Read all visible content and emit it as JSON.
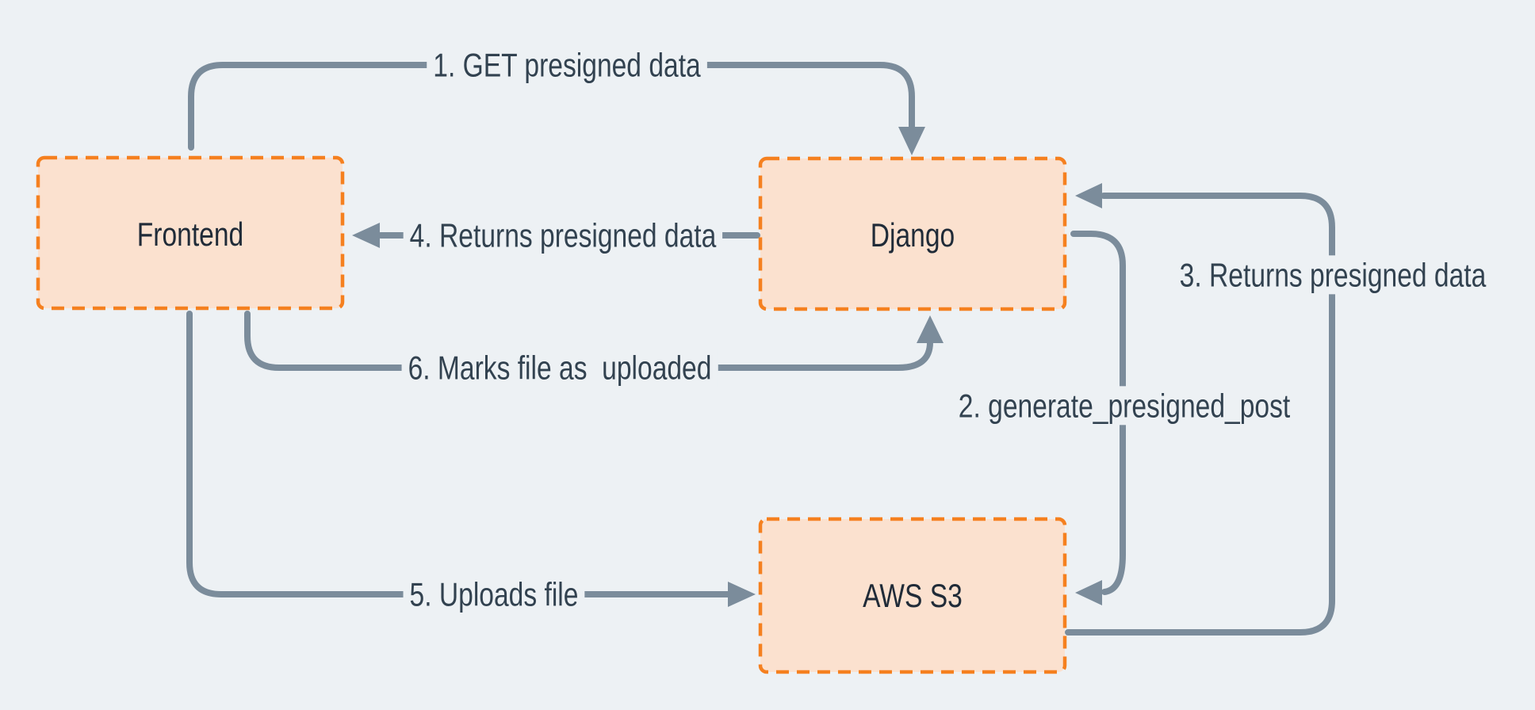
{
  "diagram": {
    "nodes": [
      {
        "id": "frontend",
        "label": "Frontend"
      },
      {
        "id": "django",
        "label": "Django"
      },
      {
        "id": "aws-s3",
        "label": "AWS S3"
      }
    ],
    "edges": [
      {
        "step": 1,
        "label": "1. GET presigned data",
        "from": "Frontend",
        "to": "Django"
      },
      {
        "step": 2,
        "label": "2. generate_presigned_post",
        "from": "Django",
        "to": "AWS S3"
      },
      {
        "step": 3,
        "label": "3. Returns presigned data",
        "from": "AWS S3",
        "to": "Django"
      },
      {
        "step": 4,
        "label": "4. Returns presigned data",
        "from": "Django",
        "to": "Frontend"
      },
      {
        "step": 5,
        "label": "5. Uploads file",
        "from": "Frontend",
        "to": "AWS S3"
      },
      {
        "step": 6,
        "label": "6. Marks file as  uploaded",
        "from": "Frontend",
        "to": "Django"
      }
    ]
  },
  "colors": {
    "bg": "#EDF1F4",
    "node-fill": "#FBE1CF",
    "node-border": "#F5801F",
    "arrow": "#7B8C9B",
    "edge-text": "#324250",
    "node-text": "#202B38"
  }
}
